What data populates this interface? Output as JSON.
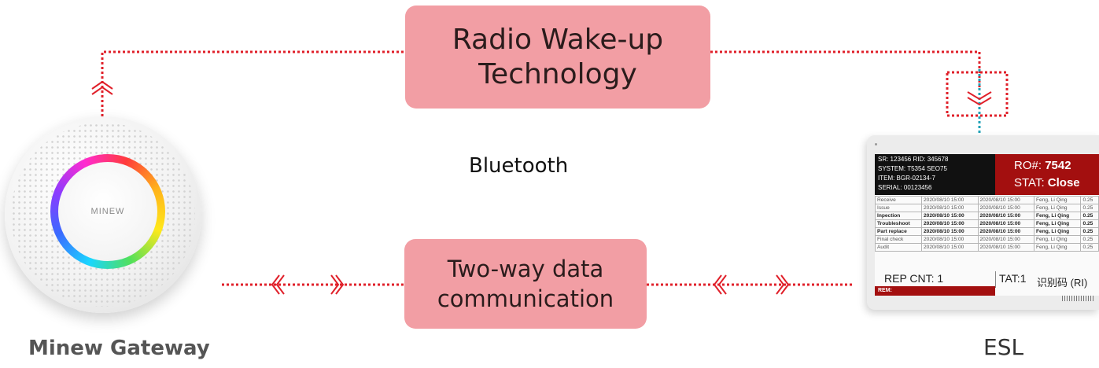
{
  "labels": {
    "radio_wakeup_line1": "Radio Wake-up",
    "radio_wakeup_line2": "Technology",
    "bluetooth": "Bluetooth",
    "two_way_line1": "Two-way data",
    "two_way_line2": "communication",
    "gateway": "Minew Gateway",
    "esl": "ESL"
  },
  "gateway_device": {
    "logo_text": "MINEW"
  },
  "esl_screen": {
    "head_left": [
      "SR: 123456    RID: 345678",
      "SYSTEM: T5354  SEO75",
      "ITEM:     BGR-02134-7",
      "SERIAL:  00123456"
    ],
    "ro_label": "RO#: ",
    "ro_value": "7542",
    "stat_label": "STAT: ",
    "stat_value": "Close",
    "rows": [
      {
        "name": "Receive",
        "start": "2020/08/10  15:00",
        "end": "2020/08/10  15:00",
        "person": "Feng, Li Qing",
        "val": "0.25",
        "bold": false
      },
      {
        "name": "Issue",
        "start": "2020/08/10  15:00",
        "end": "2020/08/10  15:00",
        "person": "Feng, Li Qing",
        "val": "0.25",
        "bold": false
      },
      {
        "name": "Inpection",
        "start": "2020/08/10  15:00",
        "end": "2020/08/10  15:00",
        "person": "Feng, Li Qing",
        "val": "0.25",
        "bold": true
      },
      {
        "name": "Troubleshoot",
        "start": "2020/08/10  15:00",
        "end": "2020/08/10  15:00",
        "person": "Feng, Li Qing",
        "val": "0.25",
        "bold": true
      },
      {
        "name": "Part replace",
        "start": "2020/08/10  15:00",
        "end": "2020/08/10  15:00",
        "person": "Feng, Li Qing",
        "val": "0.25",
        "bold": true
      },
      {
        "name": "Final check",
        "start": "2020/08/10  15:00",
        "end": "2020/08/10  15:00",
        "person": "Feng, Li Qing",
        "val": "0.25",
        "bold": false
      },
      {
        "name": "Audit",
        "start": "2020/08/10  15:00",
        "end": "2020/08/10  15:00",
        "person": "Feng, Li Qing",
        "val": "0.25",
        "bold": false
      }
    ],
    "rep_cnt": "REP CNT:  1",
    "tat": "TAT:1",
    "code": "识别码 (RI)",
    "rem": "REM:"
  },
  "colors": {
    "box_fill": "#f29ea4",
    "red_dotted": "#e0202a",
    "blue_dotted": "#21a3b8",
    "esl_red": "#a30f0f"
  }
}
